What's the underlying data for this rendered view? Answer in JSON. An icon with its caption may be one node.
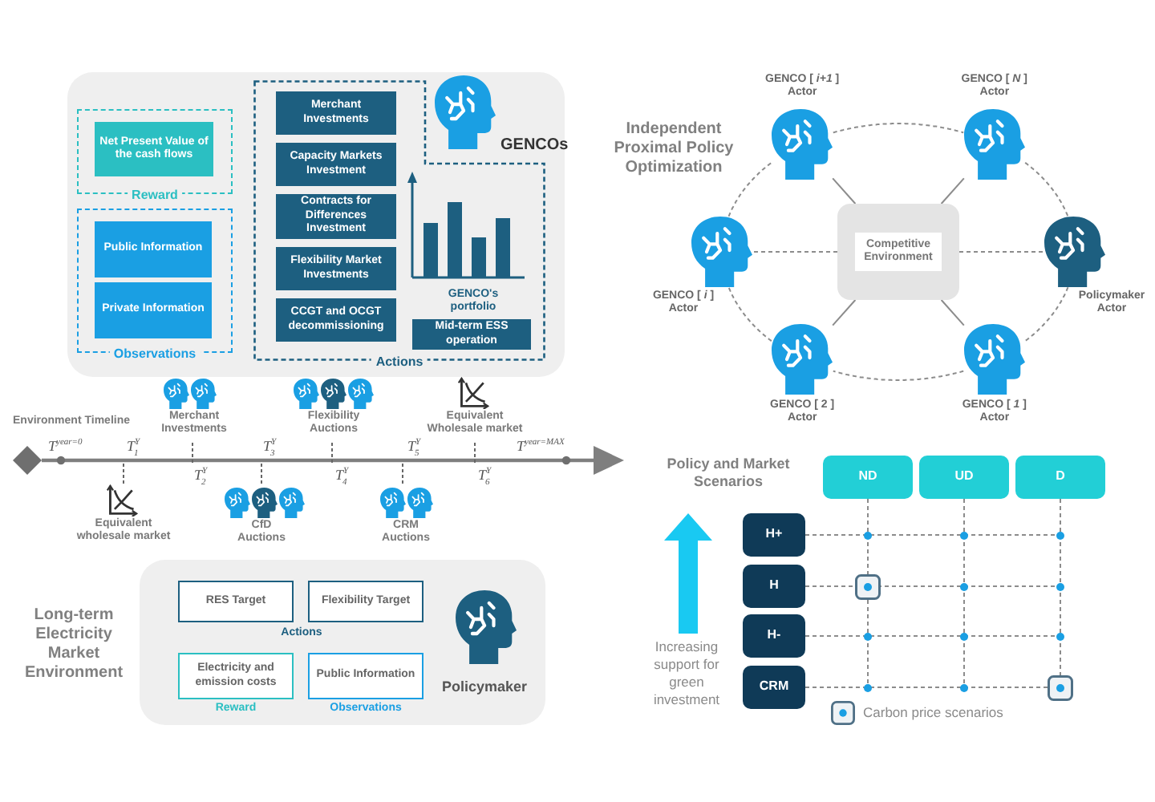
{
  "diagram": {
    "nodes": [
      {
        "text": [
          "GENCOs"
        ]
      },
      {
        "text": [
          "Reward"
        ],
        "in": 0
      },
      {
        "text": [
          "Net Present Value of the cash flows"
        ],
        "in": 1
      },
      {
        "text": [
          "Observations"
        ],
        "in": 0
      },
      {
        "text": [
          "Public Information"
        ],
        "in": 3
      },
      {
        "text": [
          "Private Information"
        ],
        "in": 3
      },
      {
        "text": [
          "Actions"
        ],
        "in": 0
      },
      {
        "text": [
          "Merchant Investments"
        ],
        "in": 6
      },
      {
        "text": [
          "Capacity Markets Investment"
        ],
        "in": 6
      },
      {
        "text": [
          "Contracts for Differences Investment"
        ],
        "in": 6
      },
      {
        "text": [
          "Flexibility Market Investments"
        ],
        "in": 6
      },
      {
        "text": [
          "CCGT and OCGT decommissioning"
        ],
        "in": 6
      },
      {
        "text": [
          "Mid-term ESS operation"
        ],
        "in": 6
      },
      {
        "text": [
          "Policymaker"
        ]
      },
      {
        "text": [
          "RES Target"
        ],
        "in": 13
      },
      {
        "text": [
          "Flexibility Target"
        ],
        "in": 13
      },
      {
        "text": [
          "Electricity and emission costs"
        ],
        "in": 13,
        "beside": [
          "Reward"
        ]
      },
      {
        "text": [
          "Public Information"
        ],
        "in": 13,
        "beside": [
          "Observations"
        ]
      },
      {
        "text": [],
        "shape": "picture",
        "beside": [
          "GENCO [ *i+1* ] Actor"
        ]
      },
      {
        "text": [],
        "shape": "picture",
        "beside": [
          "GENCO [ *N* ] Actor"
        ]
      },
      {
        "text": [],
        "shape": "picture",
        "beside": [
          "GENCO [ *i* ] Actor"
        ]
      },
      {
        "text": [
          "Competitive Environment"
        ]
      },
      {
        "text": [],
        "shape": "picture",
        "beside": [
          "Policymaker Actor"
        ]
      },
      {
        "text": [],
        "shape": "picture",
        "beside": [
          "GENCO [ 2 ] Actor"
        ]
      },
      {
        "text": [],
        "shape": "picture",
        "beside": [
          "GENCO [ *1* ] Actor"
        ]
      },
      {
        "text": [
          "ND"
        ]
      },
      {
        "text": [
          "UD"
        ]
      },
      {
        "text": [
          "D"
        ]
      },
      {
        "text": [
          "H+"
        ]
      },
      {
        "text": [
          "H"
        ]
      },
      {
        "text": [
          "H-"
        ]
      },
      {
        "text": [
          "CRM"
        ]
      }
    ],
    "edges": [
      {
        "from": 21,
        "to": 18,
        "arrow": "none"
      },
      {
        "from": 21,
        "to": 19,
        "arrow": "none"
      },
      {
        "from": 21,
        "to": 20,
        "arrow": "none",
        "style": "dashed"
      },
      {
        "from": 21,
        "to": 22,
        "arrow": "none",
        "style": "dashed"
      },
      {
        "from": 21,
        "to": 23,
        "arrow": "none"
      },
      {
        "from": 21,
        "to": 24,
        "arrow": "none"
      },
      {
        "from": 18,
        "to": 19,
        "arrow": "none",
        "style": "dashed"
      },
      {
        "from": 19,
        "to": 22,
        "arrow": "none",
        "style": "dashed"
      },
      {
        "from": 22,
        "to": 24,
        "arrow": "none",
        "style": "dashed"
      },
      {
        "from": 24,
        "to": 23,
        "arrow": "none",
        "style": "dashed"
      },
      {
        "from": 23,
        "to": 20,
        "arrow": "none",
        "style": "dashed"
      },
      {
        "from": 20,
        "to": 18,
        "arrow": "none",
        "style": "dashed"
      }
    ],
    "labels": [
      "GENCO's portfolio",
      "Independent Proximal Policy Optimization",
      "Environment Timeline",
      "Merchant Investments",
      "Flexibility Auctions",
      "Equivalent Wholesale market",
      "T$^{year=0}$",
      "T$^{Y}$$_{1}$",
      "T$^{Y}$$_{2}$",
      "T$^{Y}$$_{3}$",
      "T$^{Y}$$_{4}$",
      "T$^{Y}$$_{5}$",
      "T$^{Y}$$_{6}$",
      "T$^{year=MAX}$",
      "Equivalent wholesale market",
      "CfD Auctions",
      "CRM Auctions",
      "Policy and Market Scenarios",
      "Increasing support for green investment",
      "Long-term Electricity Market Environment",
      "Actions"
    ],
    "legend": [
      {
        "text": "Carbon price scenarios"
      }
    ]
  }
}
